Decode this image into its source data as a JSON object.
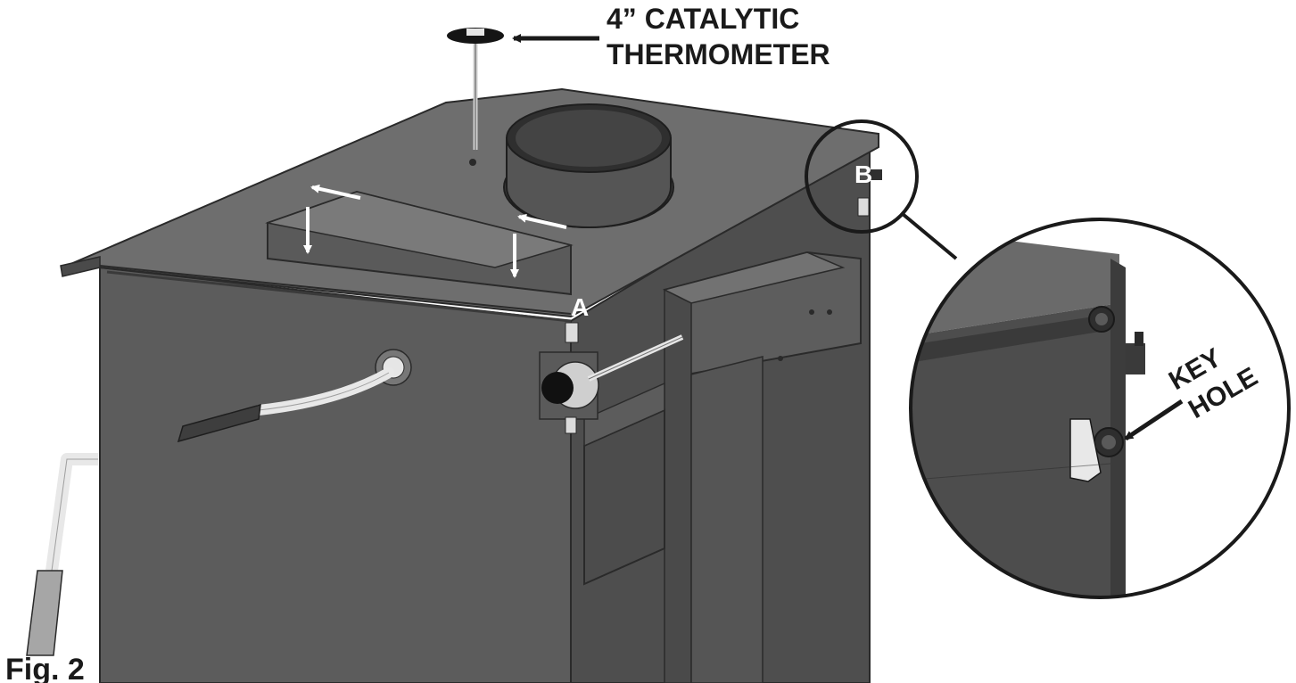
{
  "figure": {
    "caption": "Fig. 2"
  },
  "callouts": {
    "thermometer_line1": "4” CATALYTIC",
    "thermometer_line2": "THERMOMETER",
    "keyhole_line1": "KEY",
    "keyhole_line2": "HOLE",
    "point_a": "A",
    "point_b": "B"
  },
  "colors": {
    "stove_body": "#5e5e5e",
    "stove_top": "#6c6c6c",
    "stove_dark": "#3c3c3c",
    "handle": "#e4e4e4",
    "line": "#1a1a1a"
  }
}
